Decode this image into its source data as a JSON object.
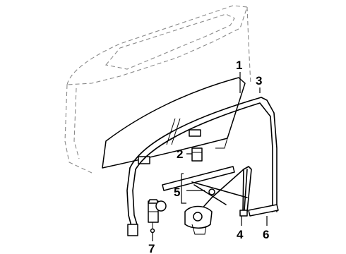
{
  "diagram": {
    "callouts": [
      {
        "id": "1",
        "label": "1"
      },
      {
        "id": "2",
        "label": "2"
      },
      {
        "id": "3",
        "label": "3"
      },
      {
        "id": "4",
        "label": "4"
      },
      {
        "id": "5",
        "label": "5"
      },
      {
        "id": "6",
        "label": "6"
      },
      {
        "id": "7",
        "label": "7"
      }
    ],
    "colors": {
      "line": "#000000",
      "ghost_outline": "#8a8a8a",
      "background": "#ffffff"
    }
  }
}
